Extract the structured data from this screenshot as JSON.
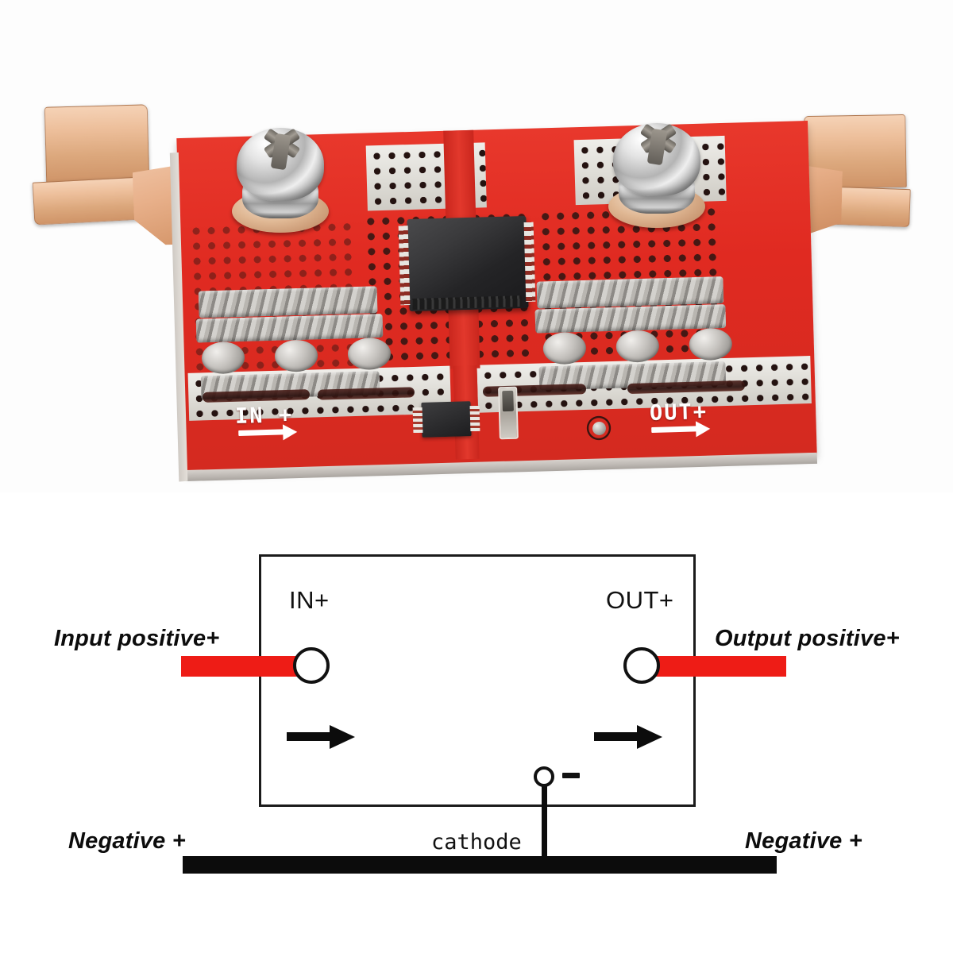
{
  "photo": {
    "board_color": "#e0312a",
    "silkscreen": {
      "in_label": "IN  +",
      "out_label": "OUT+"
    },
    "components": {
      "mosfet": "power-mosfet-chip",
      "driver_ic": "soic-driver-ic",
      "screw_left": "left-terminal-screw",
      "screw_right": "right-terminal-screw",
      "lug_left": "left-copper-lug",
      "lug_right": "right-copper-lug",
      "test_point": "test-point-pad"
    }
  },
  "diagram": {
    "in_terminal_label": "IN+",
    "out_terminal_label": "OUT+",
    "input_positive_label": "Input positive+",
    "output_positive_label": "Output positive+",
    "cathode_label": "cathode",
    "minus_label": "-",
    "negative_left_label": "Negative +",
    "negative_right_label": "Negative +",
    "colors": {
      "positive_wire": "#ee1c16",
      "negative_wire": "#0c0c0c",
      "outline": "#1b1b1b"
    }
  }
}
